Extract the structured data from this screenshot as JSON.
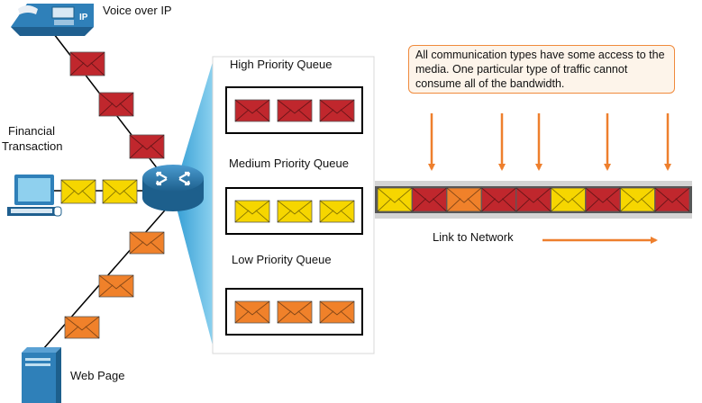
{
  "colors": {
    "high": "#c0272d",
    "medium": "#f6d600",
    "low": "#f0812a",
    "arrow": "#ee7f2d",
    "device_blue": "#2f80b9",
    "cone": "#5ab8e3"
  },
  "devices": {
    "voip_label": "Voice over IP",
    "financial_label_line1": "Financial",
    "financial_label_line2": "Transaction",
    "web_label": "Web Page",
    "voip_icon": "ip-phone-icon",
    "pc_icon": "desktop-computer-icon",
    "server_icon": "server-icon",
    "router_icon": "router-icon",
    "ip_badge": "IP"
  },
  "queues": {
    "high_label": "High Priority Queue",
    "medium_label": "Medium Priority Queue",
    "low_label": "Low Priority Queue"
  },
  "note": {
    "text": "All communication types have some access to the media. One particular type of traffic cannot consume all of the bandwidth."
  },
  "link": {
    "label": "Link to Network",
    "sequence": [
      "medium",
      "high",
      "low",
      "high",
      "high",
      "medium",
      "high",
      "medium",
      "high"
    ]
  }
}
